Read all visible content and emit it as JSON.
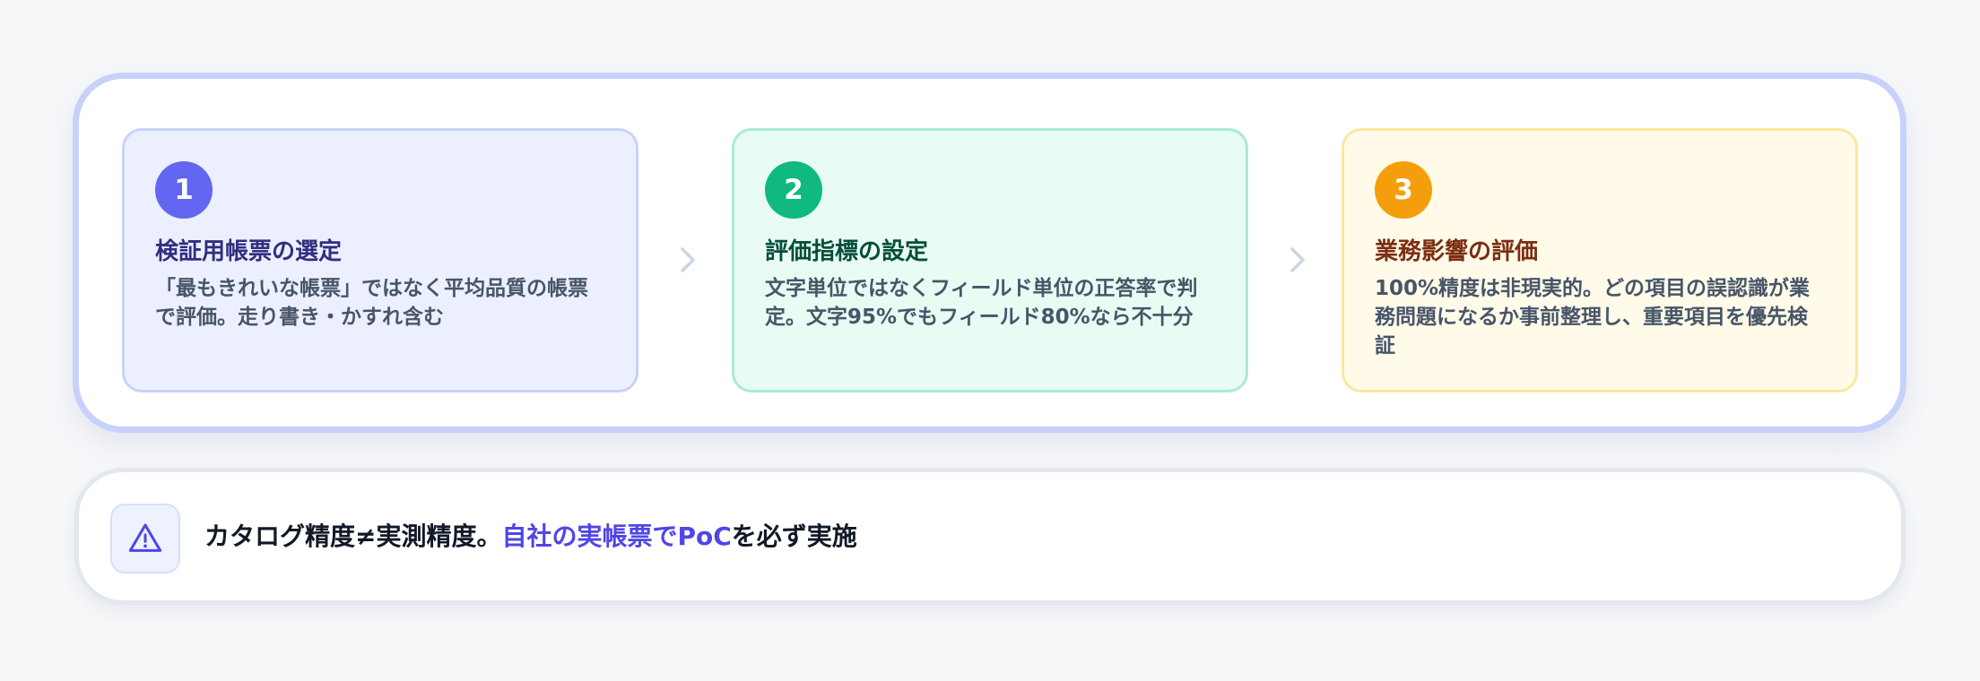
{
  "steps": [
    {
      "number": "1",
      "title": "検証用帳票の選定",
      "description": "「最もきれいな帳票」ではなく平均品質の帳票で評価。走り書き・かすれ含む",
      "color": "#6366f1"
    },
    {
      "number": "2",
      "title": "評価指標の設定",
      "description": "文字単位ではなくフィールド単位の正答率で判定。文字95%でもフィールド80%なら不十分",
      "color": "#10b981"
    },
    {
      "number": "3",
      "title": "業務影響の評価",
      "description": "100%精度は非現実的。どの項目の誤認識が業務問題になるか事前整理し、重要項目を優先検証",
      "color": "#f59e0b"
    }
  ],
  "separator_icon": "chevron-right-icon",
  "note": {
    "icon": "warning-triangle-icon",
    "text_before": "カタログ精度≠実測精度。",
    "text_accent": "自社の実帳票でPoC",
    "text_after": "を必ず実施",
    "accent_color": "#4f46e5"
  }
}
